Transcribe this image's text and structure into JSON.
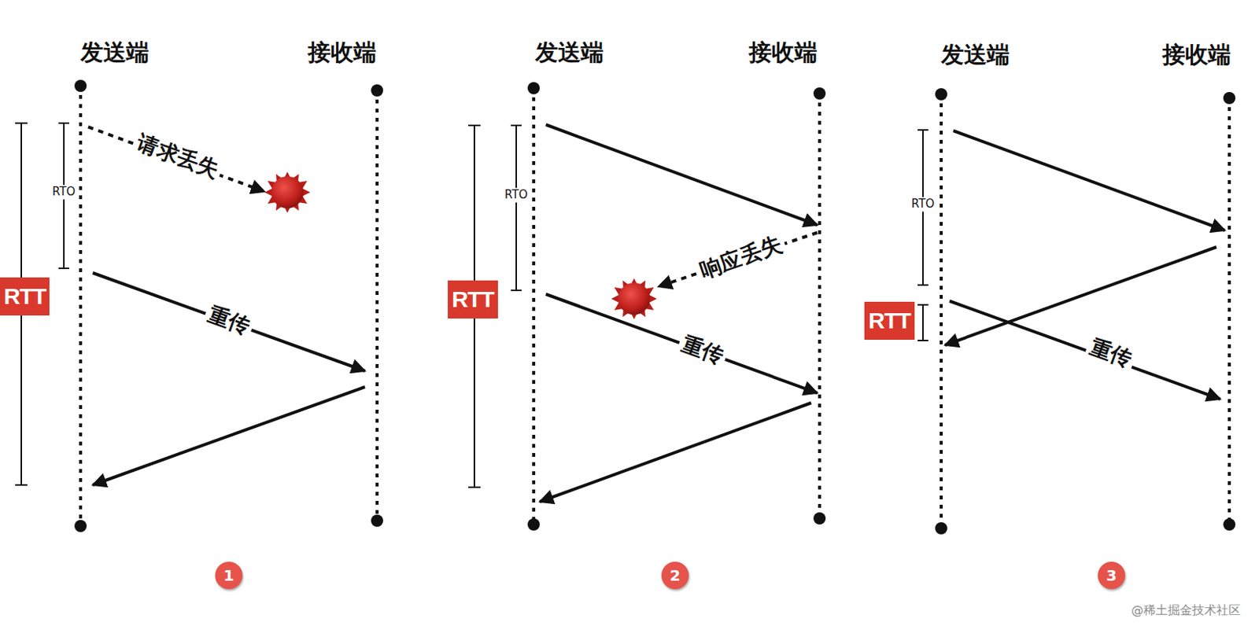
{
  "diagram": {
    "nodes": [
      {
        "text": [
          "RTT"
        ]
      },
      {
        "text": [
          "RTT"
        ]
      },
      {
        "text": [
          "RTT"
        ]
      },
      {
        "text": [
          "1"
        ]
      },
      {
        "text": [
          "2"
        ]
      },
      {
        "text": [
          "3"
        ]
      }
    ],
    "labels": [
      "发送端",
      "接收端",
      "RTO",
      "请求丢失",
      "重传",
      "发送端",
      "接收端",
      "RTO",
      "响应丢失",
      "重传",
      "发送端",
      "接收端",
      "RTO",
      "重传",
      "@稀土掘金技术社区"
    ]
  }
}
